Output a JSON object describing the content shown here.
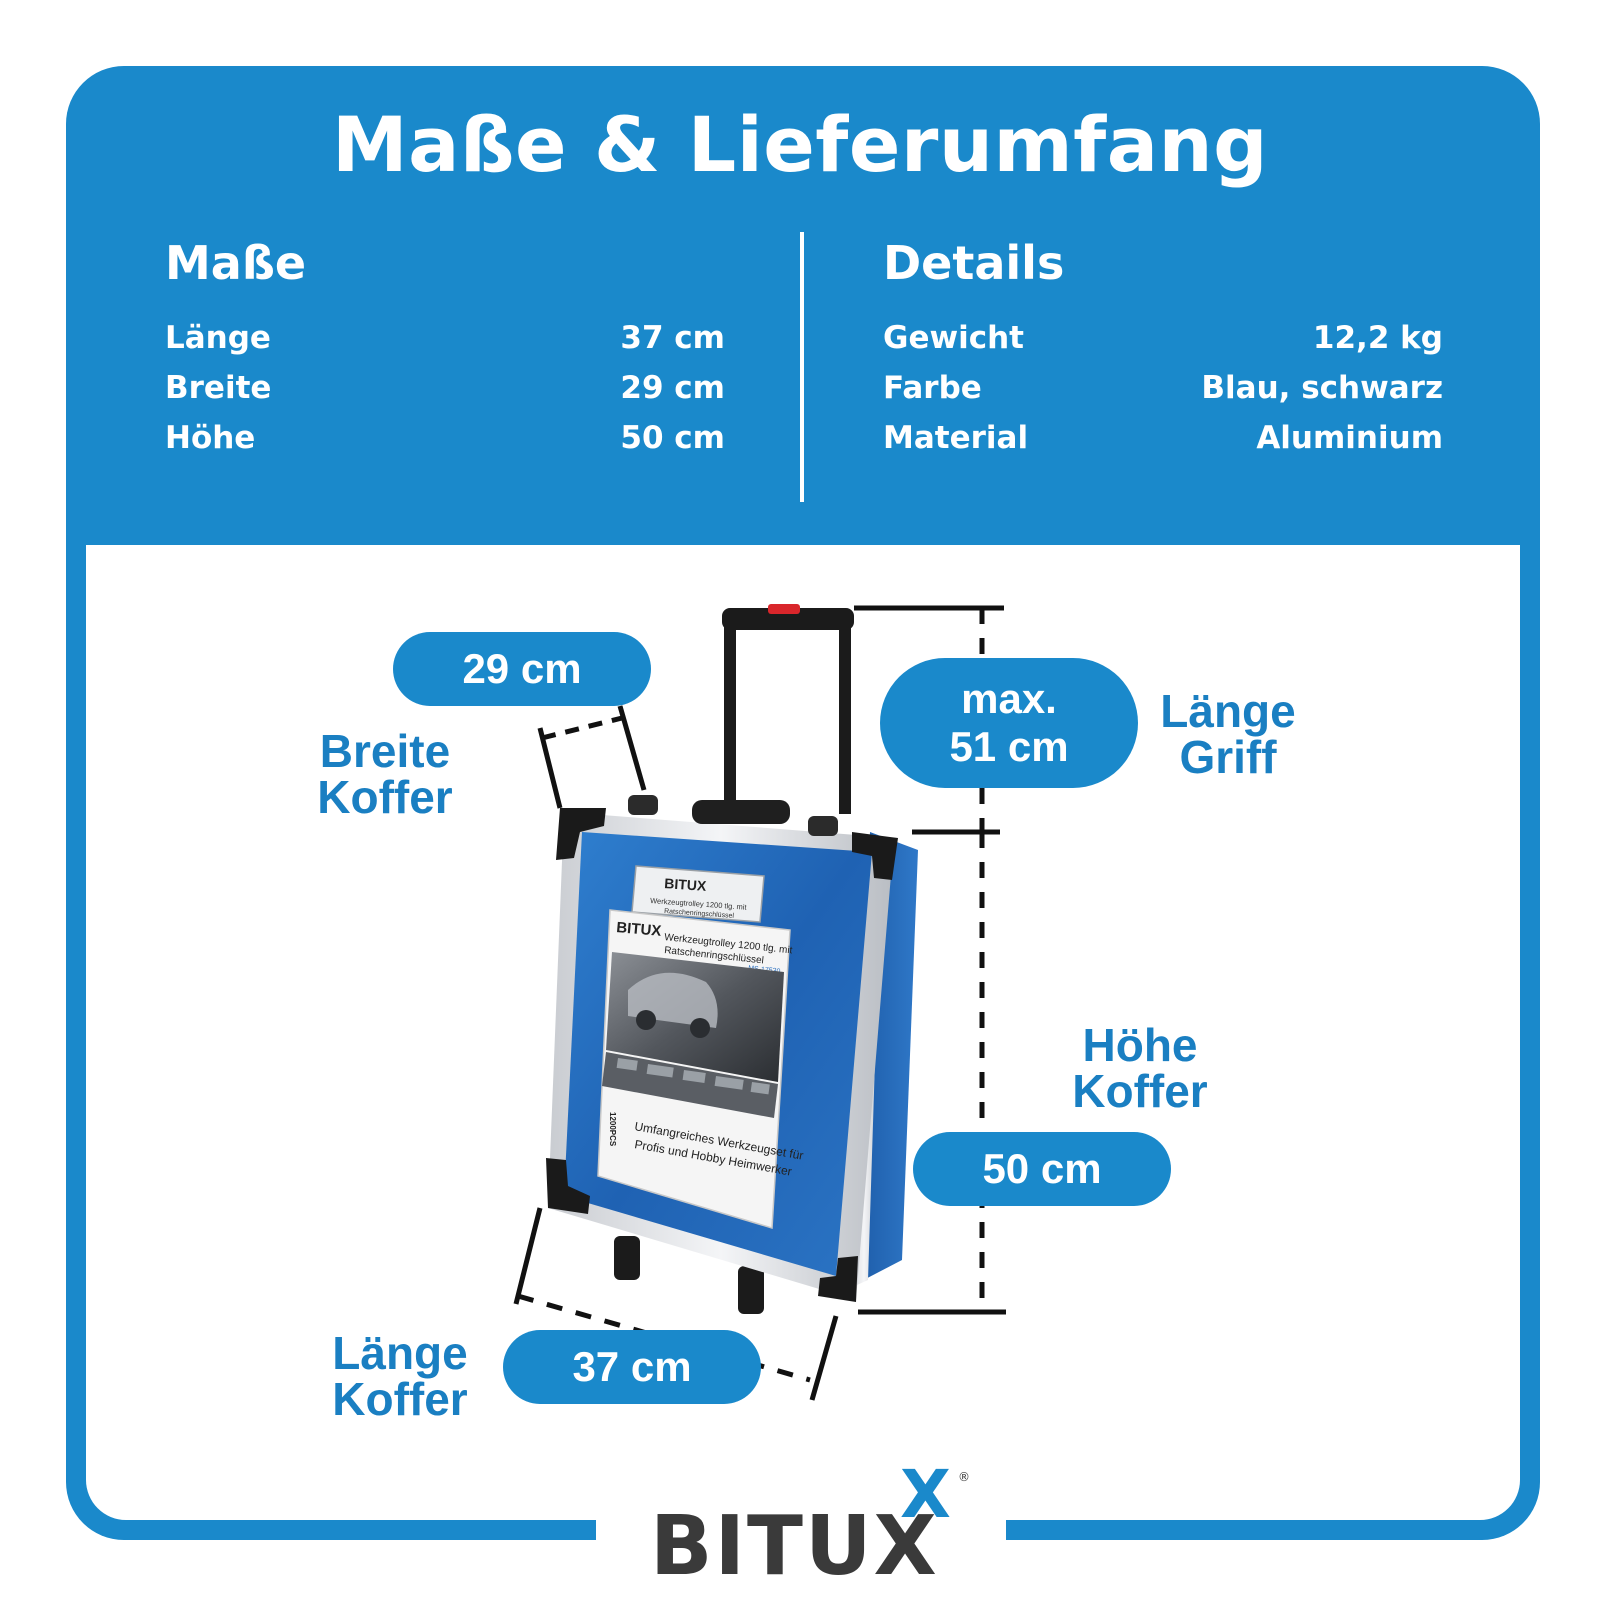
{
  "title": "Maße & Lieferumfang",
  "masse": {
    "heading": "Maße",
    "rows": [
      {
        "label": "Länge",
        "value": "37 cm"
      },
      {
        "label": "Breite",
        "value": "29 cm"
      },
      {
        "label": "Höhe",
        "value": "50 cm"
      }
    ]
  },
  "details": {
    "heading": "Details",
    "rows": [
      {
        "label": "Gewicht",
        "value": "12,2 kg"
      },
      {
        "label": "Farbe",
        "value": "Blau, schwarz"
      },
      {
        "label": "Material",
        "value": "Aluminium"
      }
    ]
  },
  "diagram": {
    "breite_pill": "29 cm",
    "breite_label_1": "Breite",
    "breite_label_2": "Koffer",
    "griff_pill_1": "max.",
    "griff_pill_2": "51 cm",
    "griff_label_1": "Länge",
    "griff_label_2": "Griff",
    "hoehe_label_1": "Höhe",
    "hoehe_label_2": "Koffer",
    "hoehe_pill": "50 cm",
    "laenge_label_1": "Länge",
    "laenge_label_2": "Koffer",
    "laenge_pill": "37 cm"
  },
  "product": {
    "brand": "BITUX",
    "plate_line1": "Werkzeugtrolley 1200 tlg. mit",
    "plate_line2": "Ratschenringschlüssel",
    "poster_title": "Werkzeugtrolley 1200 tlg. mit",
    "poster_title2": "Ratschenringschlüssel",
    "poster_code": "MS-17530",
    "poster_pcs": "1200PCS",
    "poster_line1": "Umfangreiches Werkzeugset für",
    "poster_line2": "Profis und Hobby Heimwerker"
  },
  "logo": {
    "text": "BITUX",
    "x": "X",
    "reg": "®"
  },
  "colors": {
    "primary": "#1a89cb",
    "label_blue": "#1a7fc2",
    "logo_gray": "#3a3a3a"
  }
}
